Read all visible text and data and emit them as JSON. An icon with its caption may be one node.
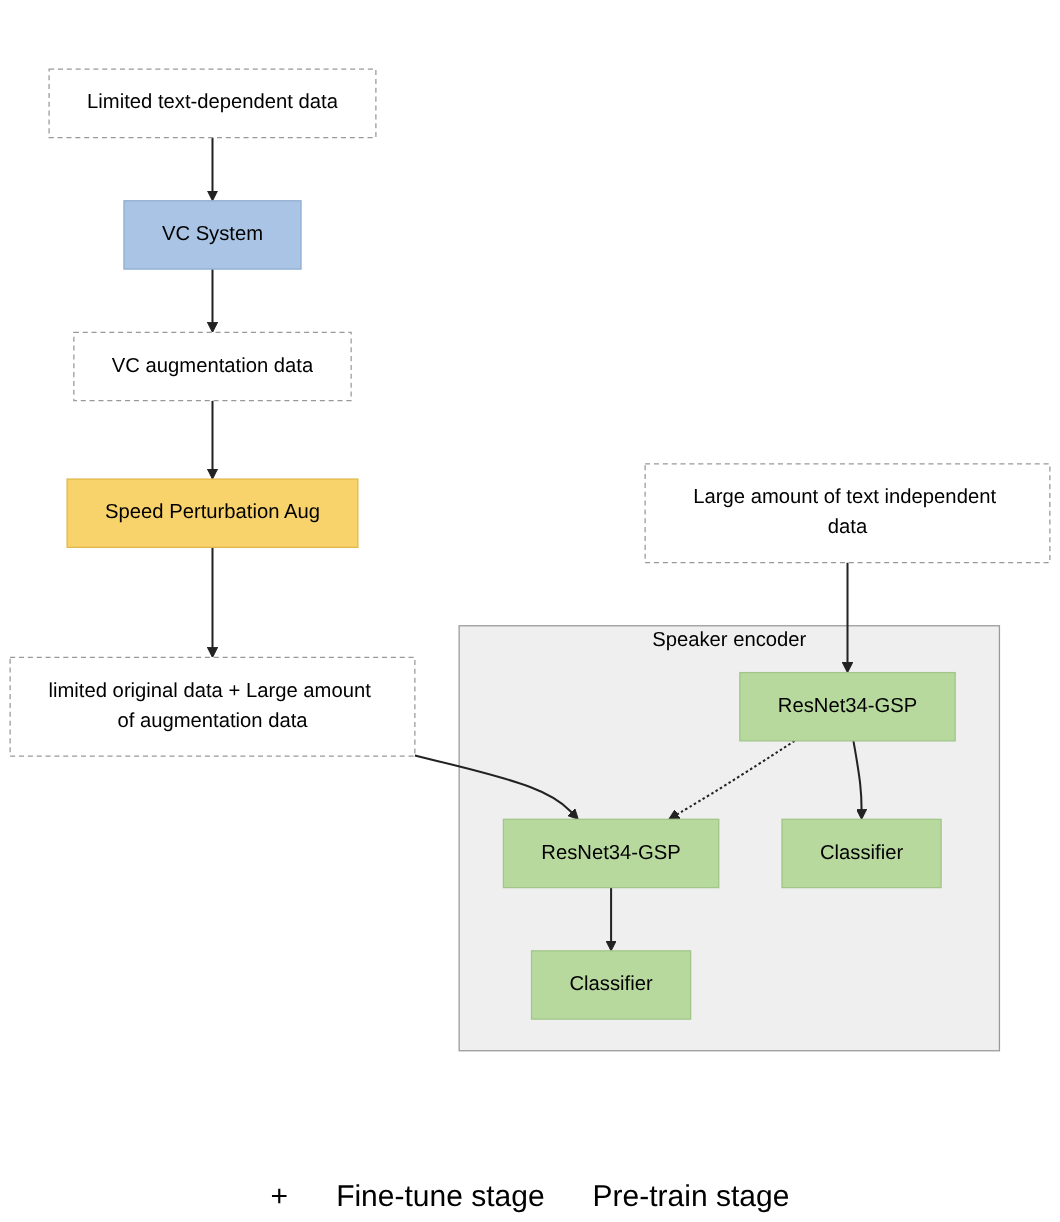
{
  "diagram": {
    "nodes": [
      {
        "text": [
          "Limited text-dependent data"
        ]
      },
      {
        "text": [
          "VC augmentation data"
        ]
      },
      {
        "text": [
          "VC System"
        ]
      },
      {
        "text": [
          "Speed Perturbation Aug"
        ]
      },
      {
        "text": [
          "Large amount of text independent data"
        ]
      },
      {
        "text": [
          "limited original data + Large amount of augmentation data"
        ]
      },
      {
        "text": [
          "Speaker encoder"
        ]
      },
      {
        "text": [
          "ResNet34-GSP"
        ],
        "in": 6
      },
      {
        "text": [
          "Classifier"
        ],
        "in": 6
      },
      {
        "text": [
          "ResNet34-GSP"
        ],
        "in": 6
      },
      {
        "text": [
          "Classifier"
        ],
        "in": 6
      }
    ],
    "edges": [
      {
        "from": 0,
        "to": 2,
        "arrow": "to"
      },
      {
        "from": 2,
        "to": 1,
        "arrow": "to"
      },
      {
        "from": 1,
        "to": 3,
        "arrow": "to"
      },
      {
        "from": 3,
        "to": 5,
        "arrow": "to"
      },
      {
        "from": 5,
        "to": 7,
        "arrow": "to"
      },
      {
        "from": 4,
        "to": 9,
        "arrow": "to"
      },
      {
        "from": 9,
        "to": 7,
        "arrow": "to",
        "style": "dashed"
      },
      {
        "from": 7,
        "to": 8,
        "arrow": "to"
      },
      {
        "from": 9,
        "to": 10,
        "arrow": "to"
      }
    ],
    "labels": [
      "+",
      "Fine-tune stage",
      "Pre-train stage"
    ]
  }
}
